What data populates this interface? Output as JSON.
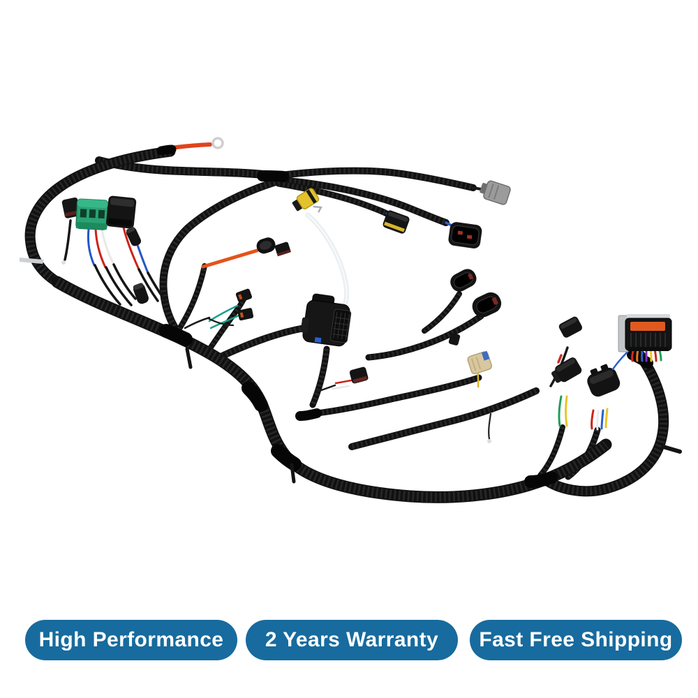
{
  "page": {
    "background_color": "#ffffff"
  },
  "product_photo": {
    "subject": "engine-wiring-harness",
    "loom_color": "#111111",
    "accent_colors": {
      "power_cable_red": "#e0441c",
      "orange_wire": "#e2541c",
      "green_connector": "#2aa273",
      "gray_connector": "#9b9b9b",
      "cream_connector": "#d9c79f",
      "sensor_cap_yellow": "#e3c22c",
      "ecu_insert_orange": "#e05a20",
      "vacuum_tube_white": "#e9ecee",
      "wire_blue": "#2a5fd0",
      "wire_red": "#cc2419",
      "wire_green": "#1f9e58",
      "wire_yellow": "#e8c52a",
      "wire_purple": "#8031c0",
      "wire_teal": "#16a08c"
    }
  },
  "badges": {
    "background_color": "#176b9e",
    "text_color": "#ffffff",
    "items": [
      {
        "label": "High Performance"
      },
      {
        "label": "2 Years Warranty"
      },
      {
        "label": "Fast Free Shipping"
      }
    ]
  }
}
